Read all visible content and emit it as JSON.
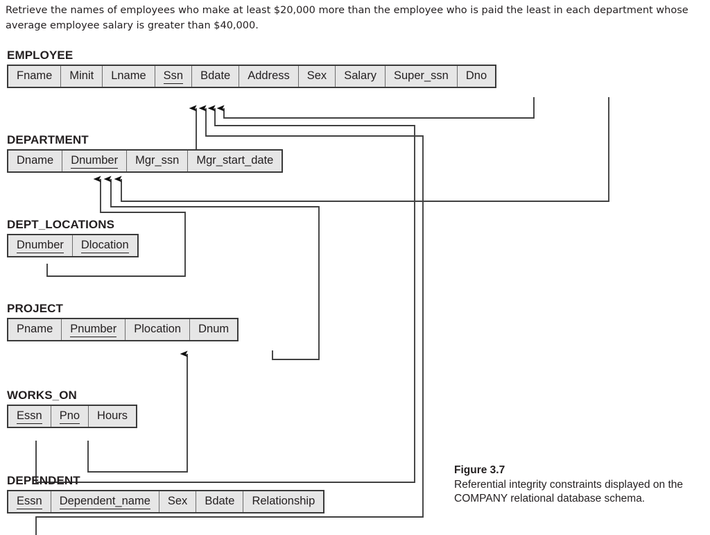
{
  "question": "Retrieve the names of employees who make at least $20,000 more than the employee who is paid the least in each department whose average employee salary is greater than $40,000.",
  "figure": {
    "number_label": "Figure 3.7",
    "caption": "Referential integrity constraints displayed on the COMPANY relational database schema."
  },
  "colors": {
    "cell_fill": "#e6e6e6",
    "cell_border": "#6d6d6d",
    "table_border": "#3a3a3a",
    "text": "#231f20",
    "wire": "#404040",
    "arrow": "#111111"
  },
  "relations": [
    {
      "name": "EMPLOYEE",
      "attributes": [
        {
          "label": "Fname",
          "pk": false
        },
        {
          "label": "Minit",
          "pk": false
        },
        {
          "label": "Lname",
          "pk": false
        },
        {
          "label": "Ssn",
          "pk": true
        },
        {
          "label": "Bdate",
          "pk": false
        },
        {
          "label": "Address",
          "pk": false
        },
        {
          "label": "Sex",
          "pk": false
        },
        {
          "label": "Salary",
          "pk": false
        },
        {
          "label": "Super_ssn",
          "pk": false
        },
        {
          "label": "Dno",
          "pk": false
        }
      ]
    },
    {
      "name": "DEPARTMENT",
      "attributes": [
        {
          "label": "Dname",
          "pk": false
        },
        {
          "label": "Dnumber",
          "pk": true
        },
        {
          "label": "Mgr_ssn",
          "pk": false
        },
        {
          "label": "Mgr_start_date",
          "pk": false
        }
      ]
    },
    {
      "name": "DEPT_LOCATIONS",
      "attributes": [
        {
          "label": "Dnumber",
          "pk": true
        },
        {
          "label": "Dlocation",
          "pk": true
        }
      ]
    },
    {
      "name": "PROJECT",
      "attributes": [
        {
          "label": "Pname",
          "pk": false
        },
        {
          "label": "Pnumber",
          "pk": true
        },
        {
          "label": "Plocation",
          "pk": false
        },
        {
          "label": "Dnum",
          "pk": false
        }
      ]
    },
    {
      "name": "WORKS_ON",
      "attributes": [
        {
          "label": "Essn",
          "pk": true
        },
        {
          "label": "Pno",
          "pk": true
        },
        {
          "label": "Hours",
          "pk": false
        }
      ]
    },
    {
      "name": "DEPENDENT",
      "attributes": [
        {
          "label": "Essn",
          "pk": true
        },
        {
          "label": "Dependent_name",
          "pk": true
        },
        {
          "label": "Sex",
          "pk": false
        },
        {
          "label": "Bdate",
          "pk": false
        },
        {
          "label": "Relationship",
          "pk": false
        }
      ]
    }
  ],
  "foreign_keys": [
    {
      "from": "DEPARTMENT.Mgr_ssn",
      "to": "EMPLOYEE.Ssn"
    },
    {
      "from": "EMPLOYEE.Super_ssn",
      "to": "EMPLOYEE.Ssn"
    },
    {
      "from": "WORKS_ON.Essn",
      "to": "EMPLOYEE.Ssn"
    },
    {
      "from": "DEPENDENT.Essn",
      "to": "EMPLOYEE.Ssn"
    },
    {
      "from": "EMPLOYEE.Dno",
      "to": "DEPARTMENT.Dnumber"
    },
    {
      "from": "DEPT_LOCATIONS.Dnumber",
      "to": "DEPARTMENT.Dnumber"
    },
    {
      "from": "PROJECT.Dnum",
      "to": "DEPARTMENT.Dnumber"
    },
    {
      "from": "WORKS_ON.Pno",
      "to": "PROJECT.Pnumber"
    }
  ]
}
